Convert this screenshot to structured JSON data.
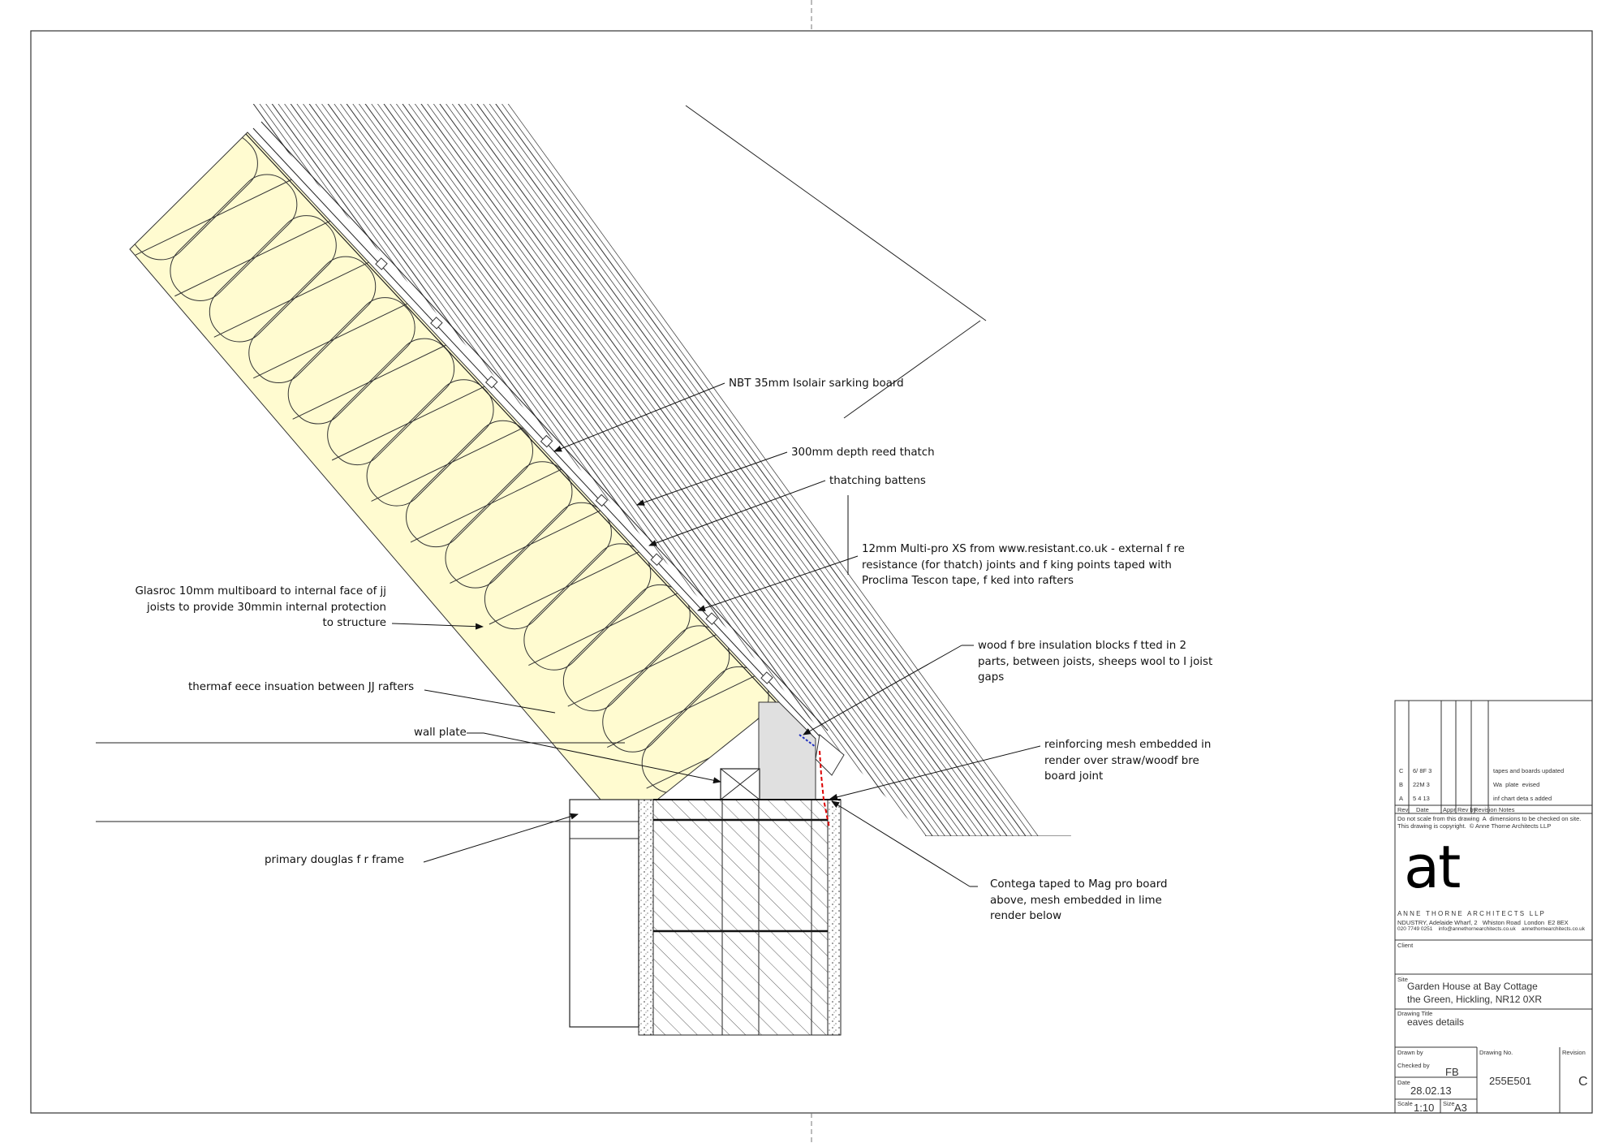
{
  "annotations": {
    "sarking": "NBT 35mm Isolair sarking board",
    "thatch": "300mm depth reed thatch",
    "battens": "thatching battens",
    "multipro": [
      "12mm Multi-pro XS from www.resistant.co.uk - external f re",
      "resistance (for thatch) joints and f king points taped with",
      "Proclima Tescon tape, f ked into rafters"
    ],
    "glasroc": [
      "Glasroc 10mm multiboard to internal face of jj",
      "joists to provide 30mmin internal protection",
      "to structure"
    ],
    "thermafleece": "thermaf eece insuation between JJ rafters",
    "wall_plate": "wall plate",
    "douglas_fir": "primary douglas f r frame",
    "woodfibre": [
      "wood f bre insulation blocks f tted in 2",
      "parts, between joists, sheeps wool to I joist",
      "gaps"
    ],
    "mesh": [
      "reinforcing mesh embedded in",
      "render over straw/woodf bre",
      "board joint"
    ],
    "contega": [
      "Contega taped to Mag pro board",
      "above, mesh embedded in lime",
      "render below"
    ]
  },
  "title_block": {
    "revisions": [
      {
        "rev": "C",
        "date": "6/ 8F 3",
        "amend": "tapes and boards updated"
      },
      {
        "rev": "B",
        "date": "22M 3",
        "amend": "Wa  plate  evised"
      },
      {
        "rev": "A",
        "date": "5 4 13",
        "amend": "inf chart deta s added"
      }
    ],
    "rev_headers": [
      "Rev",
      "Date",
      "Appr",
      "Rev by",
      "Revision Notes"
    ],
    "disclaimer": [
      "Do not scale from this drawing  A  dimensions to be checked on site.",
      "This drawing is copyright.  © Anne Thorne Architects LLP"
    ],
    "logo": "at",
    "firm": "A N N E   T H O R N E   A R C H I T E C T S   L L P",
    "address": "NDUSTRY, Adelaide Wharf, 2   Whiston Road  London  E2 8EX",
    "contact": "020 7749 0251    info@annethornearchitects.co.uk    annethornearchitects.co.uk",
    "client_label": "Client",
    "site_label": "Site",
    "site": [
      "Garden House at Bay Cottage",
      "the Green, Hickling, NR12 0XR"
    ],
    "title_label": "Drawing Title",
    "drawing_title": "eaves details",
    "drawn_label": "Drawn by",
    "checked_label": "Checked by",
    "checked": "FB",
    "date_label": "Date",
    "date": "28.02.13",
    "scale_label": "Scale",
    "scale": "1:10",
    "size_label": "Size",
    "size": "A3",
    "drawing_no_label": "Drawing No.",
    "drawing_no": "255E501",
    "revision_label": "Revision",
    "revision": "C"
  }
}
